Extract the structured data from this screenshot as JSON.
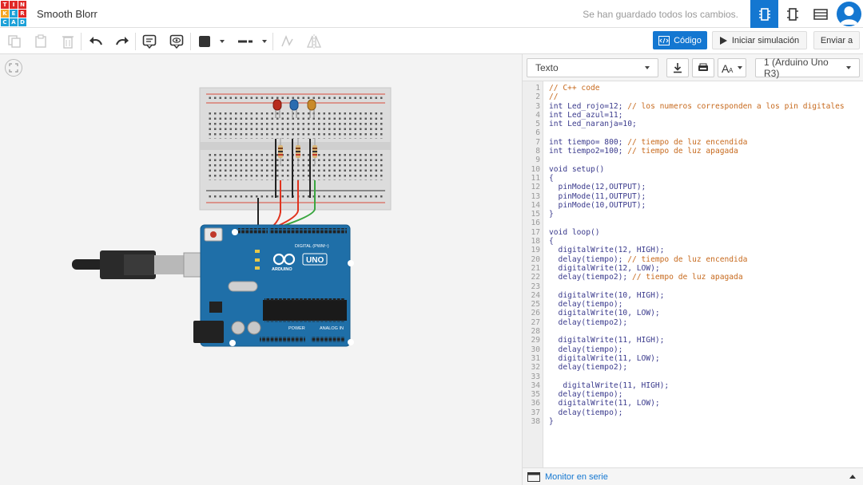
{
  "app": {
    "logo_letters": [
      "T",
      "I",
      "N",
      "K",
      "E",
      "R",
      "C",
      "A",
      "D"
    ],
    "logo_colors": [
      "#e02826",
      "#e02826",
      "#e02826",
      "#f4a623",
      "#1da1d8",
      "#e02826",
      "#1da1d8",
      "#1da1d8",
      "#1da1d8"
    ],
    "project_title": "Smooth Blorr",
    "saved_status": "Se han guardado todos los cambios.",
    "accent": "#1477d1"
  },
  "toolbar": {
    "code_label": "Código",
    "simulate_label": "Iniciar simulación",
    "send_label": "Enviar a",
    "icons": [
      "copy-icon",
      "paste-icon",
      "delete-icon",
      "undo-icon",
      "redo-icon",
      "notes-icon",
      "toggle-notes-icon",
      "color-swatch-icon",
      "line-style-icon",
      "mirror-icon",
      "flip-icon"
    ]
  },
  "code_panel": {
    "mode": "Texto",
    "device": "1 (Arduino Uno R3)",
    "line_numbers": [
      "1",
      "2",
      "3",
      "4",
      "5",
      "6",
      "7",
      "8",
      "9",
      "10",
      "11",
      "12",
      "13",
      "14",
      "15",
      "16",
      "17",
      "18",
      "19",
      "20",
      "21",
      "22",
      "23",
      "24",
      "25",
      "26",
      "27",
      "28",
      "29",
      "30",
      "31",
      "32",
      "33",
      "34",
      "35",
      "36",
      "37",
      "38"
    ],
    "lines": [
      {
        "code": "",
        "comment": "// C++ code"
      },
      {
        "code": "",
        "comment": "//"
      },
      {
        "code": "int Led_rojo=12; ",
        "comment": "// los numeros corresponden a los pin digitales"
      },
      {
        "code": "int Led_azul=11;",
        "comment": ""
      },
      {
        "code": "int Led_naranja=10;",
        "comment": ""
      },
      {
        "code": "",
        "comment": ""
      },
      {
        "code": "int tiempo= 800; ",
        "comment": "// tiempo de luz encendida"
      },
      {
        "code": "int tiempo2=100; ",
        "comment": "// tiempo de luz apagada"
      },
      {
        "code": "",
        "comment": ""
      },
      {
        "code": "void setup()",
        "comment": ""
      },
      {
        "code": "{",
        "comment": ""
      },
      {
        "code": "  pinMode(12,OUTPUT);",
        "comment": ""
      },
      {
        "code": "  pinMode(11,OUTPUT);",
        "comment": ""
      },
      {
        "code": "  pinMode(10,OUTPUT);",
        "comment": ""
      },
      {
        "code": "}",
        "comment": ""
      },
      {
        "code": "",
        "comment": ""
      },
      {
        "code": "void loop()",
        "comment": ""
      },
      {
        "code": "{",
        "comment": ""
      },
      {
        "code": "  digitalWrite(12, HIGH);",
        "comment": ""
      },
      {
        "code": "  delay(tiempo); ",
        "comment": "// tiempo de luz encendida"
      },
      {
        "code": "  digitalWrite(12, LOW);",
        "comment": ""
      },
      {
        "code": "  delay(tiempo2); ",
        "comment": "// tiempo de luz apagada"
      },
      {
        "code": "",
        "comment": ""
      },
      {
        "code": "  digitalWrite(10, HIGH);",
        "comment": ""
      },
      {
        "code": "  delay(tiempo);",
        "comment": ""
      },
      {
        "code": "  digitalWrite(10, LOW);",
        "comment": ""
      },
      {
        "code": "  delay(tiempo2);",
        "comment": ""
      },
      {
        "code": "",
        "comment": ""
      },
      {
        "code": "  digitalWrite(11, HIGH);",
        "comment": ""
      },
      {
        "code": "  delay(tiempo);",
        "comment": ""
      },
      {
        "code": "  digitalWrite(11, LOW);",
        "comment": ""
      },
      {
        "code": "  delay(tiempo2);",
        "comment": ""
      },
      {
        "code": "",
        "comment": ""
      },
      {
        "code": "   digitalWrite(11, HIGH);",
        "comment": ""
      },
      {
        "code": "  delay(tiempo);",
        "comment": ""
      },
      {
        "code": "  digitalWrite(11, LOW);",
        "comment": ""
      },
      {
        "code": "  delay(tiempo);",
        "comment": ""
      },
      {
        "code": "}",
        "comment": ""
      }
    ],
    "serial_monitor_label": "Monitor en serie"
  },
  "circuit": {
    "board_logo": "UNO",
    "board_brand": "ARDUINO",
    "digital_label": "DIGITAL (PWM~)",
    "power_label": "POWER",
    "analog_label": "ANALOG IN",
    "led_colors": [
      "#b82b1d",
      "#2a6cb0",
      "#c98a2a"
    ],
    "wire_colors": [
      "#222222",
      "#e0331e",
      "#e0331e",
      "#3aa640"
    ]
  }
}
